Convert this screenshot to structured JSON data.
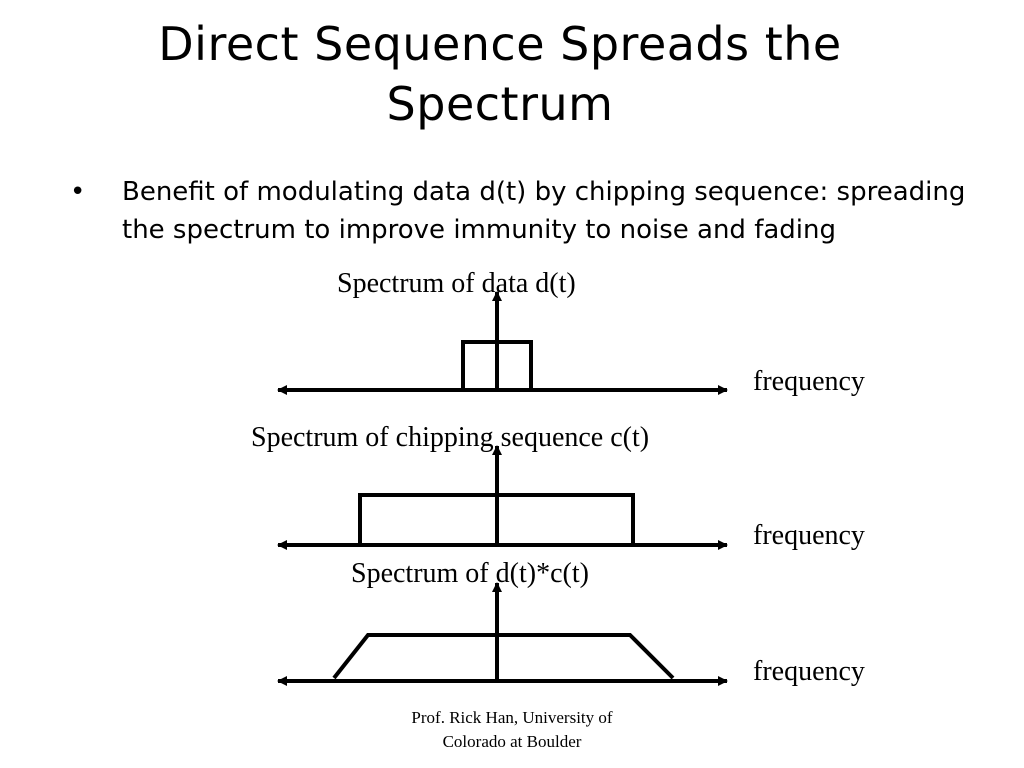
{
  "slide": {
    "title_line1": "Direct Sequence Spreads the",
    "title_line2": "Spectrum",
    "bullet_marker": "•",
    "bullet_text": "Benefit of modulating data d(t) by chipping sequence: spreading the spectrum to improve immunity to noise and fading"
  },
  "diagram": {
    "spectrum_1_label": "Spectrum of data d(t)",
    "spectrum_2_label": "Spectrum of chipping sequence c(t)",
    "spectrum_3_label": "Spectrum of d(t)*c(t)",
    "axis_label_1": "frequency",
    "axis_label_2": "frequency",
    "axis_label_3": "frequency"
  },
  "footer": {
    "line1": "Prof. Rick Han, University of",
    "line2": "Colorado at Boulder"
  }
}
